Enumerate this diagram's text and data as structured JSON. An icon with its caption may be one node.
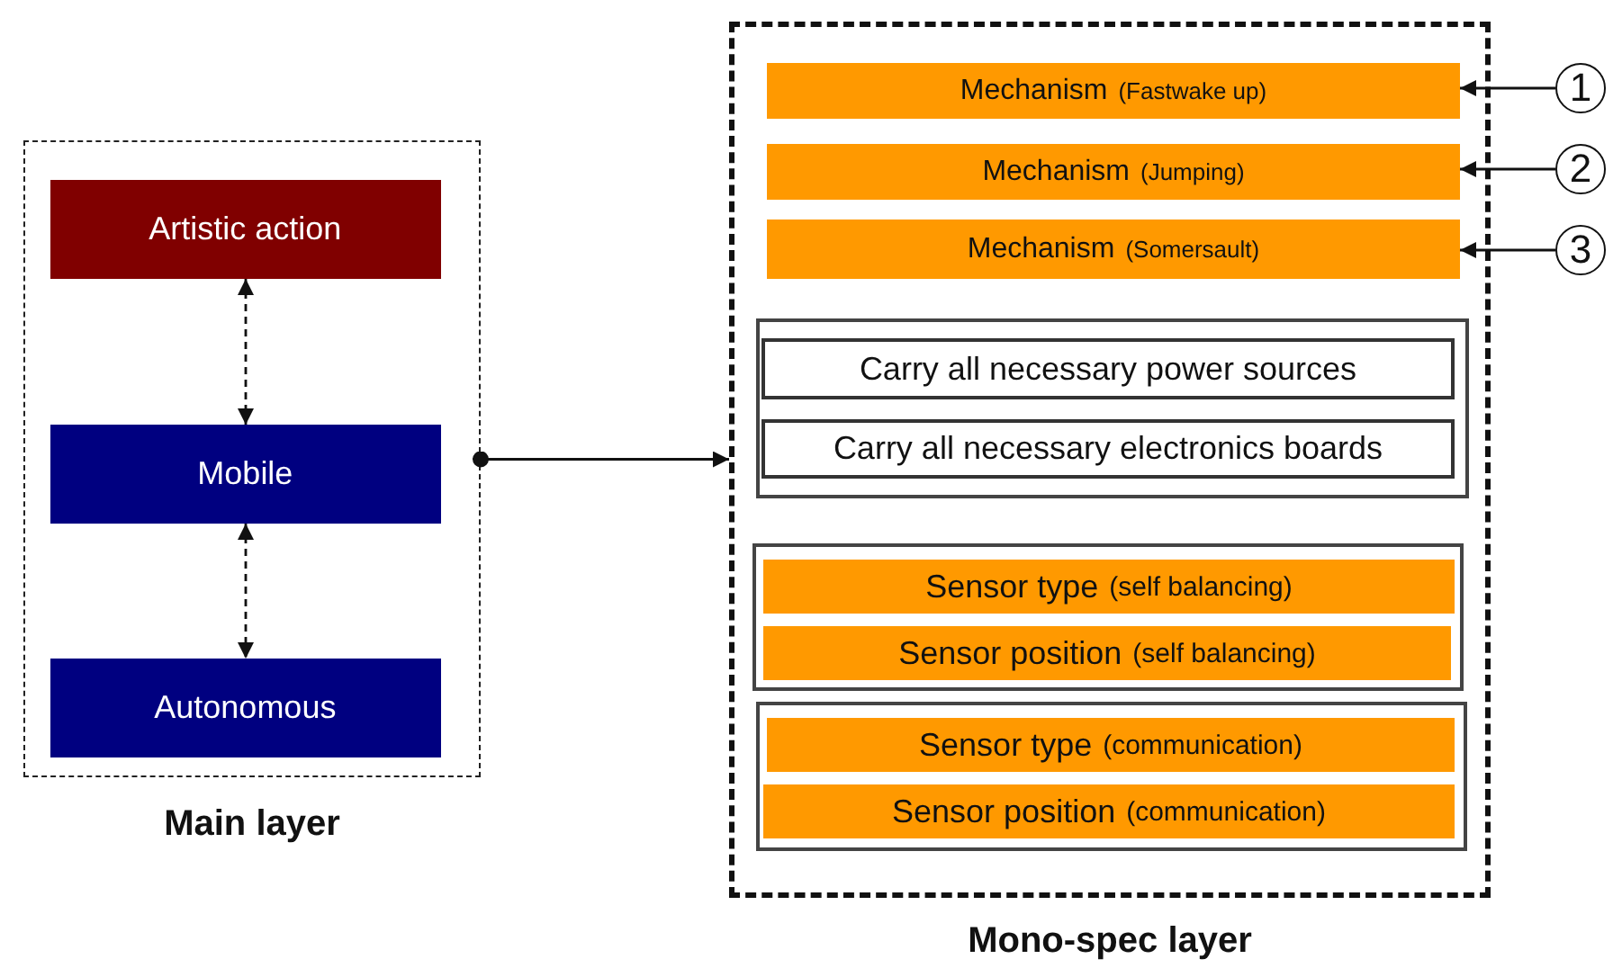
{
  "diagram": {
    "nodes": [
      {
        "text": [
          "Main layer"
        ]
      },
      {
        "text": [
          "Artistic action"
        ],
        "in": 0
      },
      {
        "text": [
          "Mobile"
        ],
        "in": 0
      },
      {
        "text": [
          "Autonomous"
        ],
        "in": 0
      },
      {
        "text": [
          "Mono-spec layer"
        ]
      },
      {
        "text": [
          "Mechanism",
          "(Fastwake up)"
        ],
        "in": 4
      },
      {
        "text": [
          "Mechanism",
          "(Jumping)"
        ],
        "in": 4
      },
      {
        "text": [
          "Mechanism",
          "(Somersault)"
        ],
        "in": 4
      },
      {
        "text": [],
        "shape": "box",
        "in": 4
      },
      {
        "text": [
          "Carry all necessary power sources"
        ],
        "in": 8
      },
      {
        "text": [
          "Carry all necessary electronics boards"
        ],
        "in": 8
      },
      {
        "text": [],
        "shape": "box",
        "in": 4
      },
      {
        "text": [
          "Sensor type",
          "(self balancing)"
        ],
        "in": 11
      },
      {
        "text": [
          "Sensor position",
          "(self balancing)"
        ],
        "in": 11
      },
      {
        "text": [],
        "shape": "box",
        "in": 4
      },
      {
        "text": [
          "Sensor type",
          "(communication)"
        ],
        "in": 14
      },
      {
        "text": [
          "Sensor position",
          "(communication)"
        ],
        "in": 14
      },
      {
        "text": [
          "1"
        ]
      },
      {
        "text": [
          "2"
        ]
      },
      {
        "text": [
          "3"
        ]
      }
    ],
    "edges": [
      {
        "from": 1,
        "to": 2,
        "arrow": "both",
        "style": "dashed"
      },
      {
        "from": 2,
        "to": 3,
        "arrow": "both",
        "style": "dashed"
      },
      {
        "from": 0,
        "to": 4,
        "arrow": "to"
      },
      {
        "from": 17,
        "to": 5,
        "arrow": "to"
      },
      {
        "from": 18,
        "to": 6,
        "arrow": "to"
      },
      {
        "from": 19,
        "to": 7,
        "arrow": "to"
      }
    ]
  }
}
